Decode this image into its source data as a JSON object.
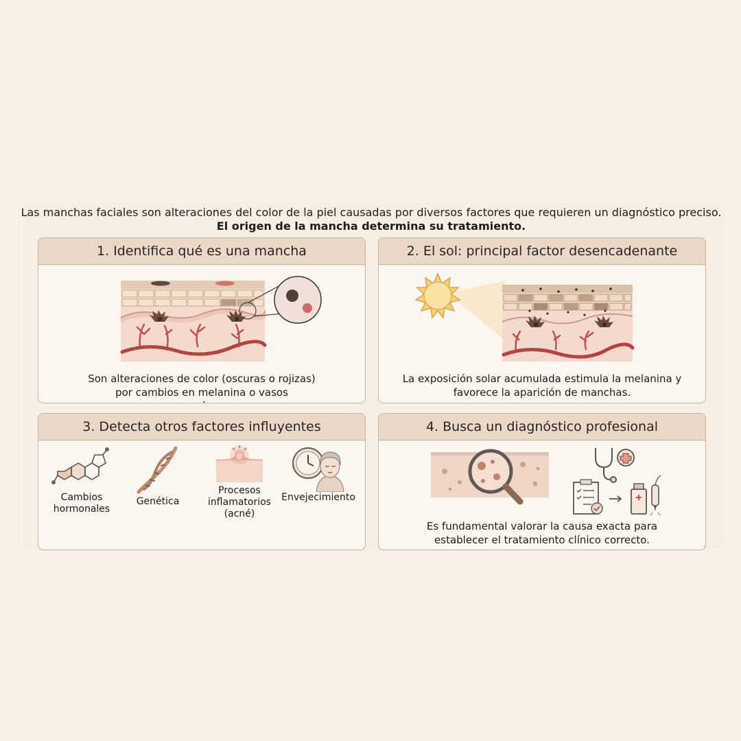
{
  "intro": {
    "line1": "Las manchas faciales son alteraciones del color de la piel causadas por diversos factores que requieren un diagnóstico preciso.",
    "line2": "El origen de la mancha determina su tratamiento."
  },
  "cards": [
    {
      "title": "1. Identifica qué es una mancha",
      "text": "Son alteraciones de color (oscuras o rojizas) por cambios en melanina o vasos sanguíneos."
    },
    {
      "title": "2. El sol: principal factor desencadenante",
      "text": "La exposición solar acumulada estimula la melanina y favorece la aparición de manchas."
    },
    {
      "title": "3. Detecta otros factores influyentes",
      "factors": [
        {
          "label": "Cambios hormonales",
          "icon": "hormone-molecule-icon"
        },
        {
          "label": "Genética",
          "icon": "dna-icon"
        },
        {
          "label": "Procesos inflamatorios (acné)",
          "icon": "acne-skin-icon"
        },
        {
          "label": "Envejecimiento",
          "icon": "aging-clock-face-icon"
        }
      ]
    },
    {
      "title": "4. Busca un diagnóstico profesional",
      "text": "Es fundamental valorar la causa exacta para establecer el tratamiento clínico correcto."
    }
  ],
  "colors": {
    "background": "#f9f0e7",
    "card_header": "#e9d8c7",
    "card_border": "#c8b29c",
    "melanocyte": "#6b4a3a",
    "vessel": "#c0504d",
    "sun": "#f5d27a"
  }
}
